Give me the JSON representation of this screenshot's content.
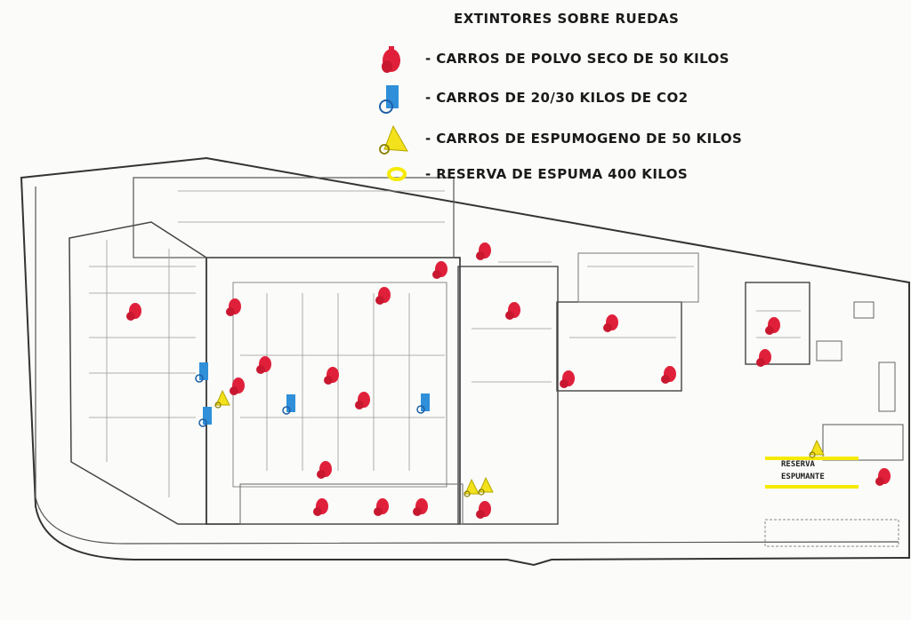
{
  "title": "EXTINTORES SOBRE RUEDAS",
  "legend": [
    {
      "symbol": "red-extinguisher-icon",
      "label": "- CARROS DE POLVO SECO DE 50 KILOS",
      "color": "#e0203a"
    },
    {
      "symbol": "blue-co2-cart-icon",
      "label": "- CARROS DE 20/30 KILOS DE CO2",
      "color": "#2f8fd8"
    },
    {
      "symbol": "yellow-foam-cart-icon",
      "label": "- CARROS DE ESPUMOGENO DE 50 KILOS",
      "color": "#f2e11b"
    },
    {
      "symbol": "yellow-ring-icon",
      "label": "- RESERVA DE ESPUMA 400 KILOS",
      "color": "#f5ea00"
    }
  ],
  "map_labels": {
    "reserve_line1": "RESERVA",
    "reserve_line2": "ESPUMANTE"
  }
}
